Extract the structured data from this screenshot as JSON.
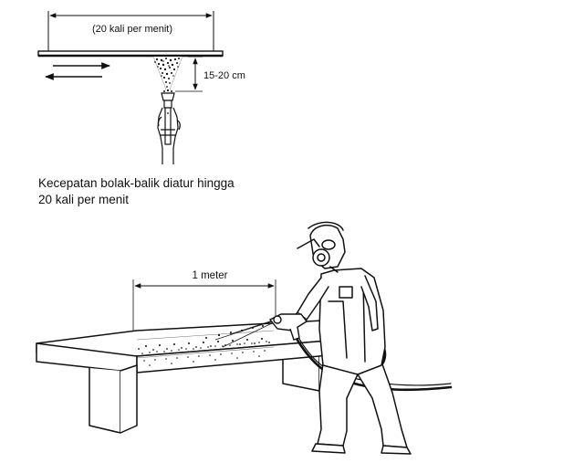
{
  "top_diagram": {
    "frequency_label": "(20 kali per menit)",
    "distance_label": "15-20 cm"
  },
  "caption": {
    "line1": "Kecepatan bolak-balik diatur hingga",
    "line2": "20 kali per menit"
  },
  "bottom_diagram": {
    "length_label": "1 meter"
  }
}
